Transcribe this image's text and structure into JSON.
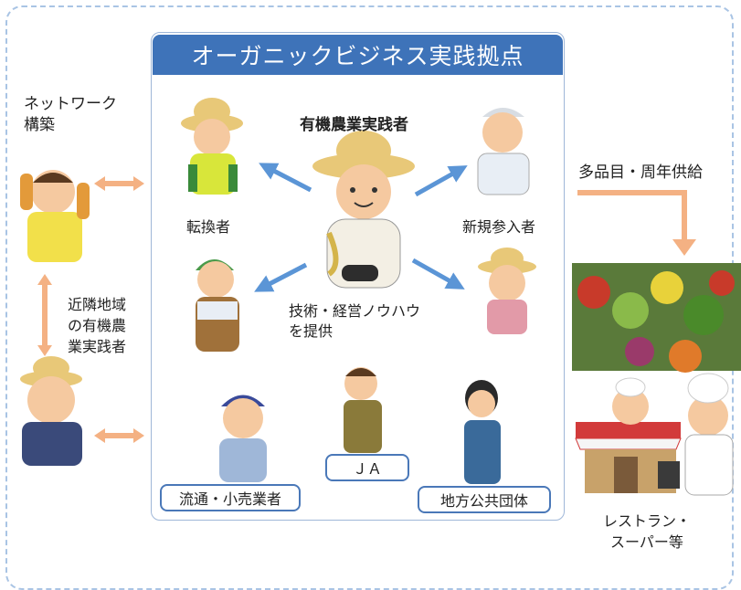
{
  "title": "オーガニックビジネス実践拠点",
  "center_label": "有機農業実践者",
  "center_caption": [
    "技術・経営ノウハウ",
    "を提供"
  ],
  "left_top_label": [
    "ネットワーク",
    "構築"
  ],
  "left_mid_label": [
    "近隣地域",
    "の有機農",
    "業実践者"
  ],
  "converter_label": "転換者",
  "newcomer_label": "新規参入者",
  "right_top_label": "多品目・周年供給",
  "right_bottom_label": [
    "レストラン・",
    "スーパー等"
  ],
  "partners": {
    "distribution": "流通・小売業者",
    "ja": "ＪＡ",
    "local_gov": "地方公共団体"
  },
  "colors": {
    "title_bg": "#3e73b9",
    "arrow_blue": "#5b95d6",
    "arrow_orange": "#f4b183",
    "dashed_border": "#a9c4e4"
  }
}
